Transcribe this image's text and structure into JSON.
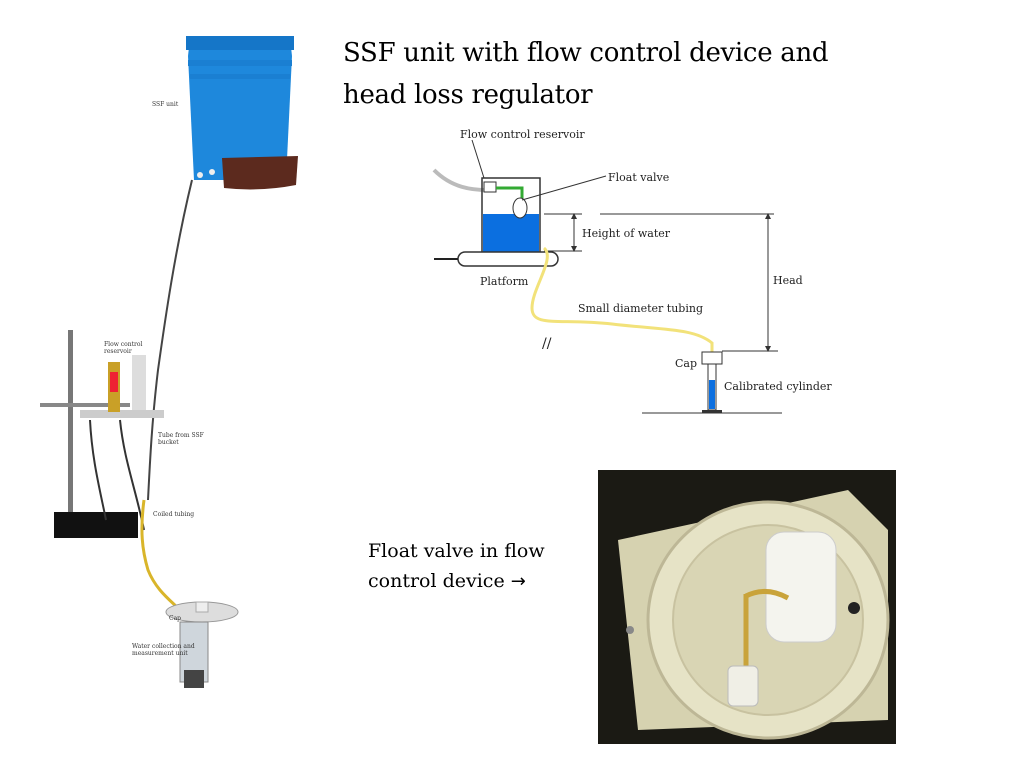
{
  "slide": {
    "title_line1": "SSF unit with flow control device and",
    "title_line2": "head loss regulator"
  },
  "photo_setup": {
    "labels": {
      "ssf_unit": "SSF unit",
      "flow_control_line1": "Flow control",
      "flow_control_line2": "reservoir",
      "tube_line1": "Tube from SSF",
      "tube_line2": "bucket",
      "coiled": "Coiled tubing",
      "cap": "Cap",
      "water_line1": "Water collection and",
      "water_line2": "measurement unit"
    }
  },
  "schematic": {
    "labels": {
      "reservoir": "Flow control reservoir",
      "float_valve": "Float valve",
      "height_of_water": "Height of water",
      "head": "Head",
      "platform": "Platform",
      "tubing": "Small diameter tubing",
      "break_mark": "//",
      "cap": "Cap",
      "cylinder": "Calibrated cylinder"
    }
  },
  "caption": {
    "line1": "Float valve in flow",
    "line2": "control device",
    "arrow": "→"
  },
  "colors": {
    "bucket_blue": "#1e88dc",
    "water_blue": "#0b6fe0",
    "tubing_yellow": "#f2e27a"
  }
}
